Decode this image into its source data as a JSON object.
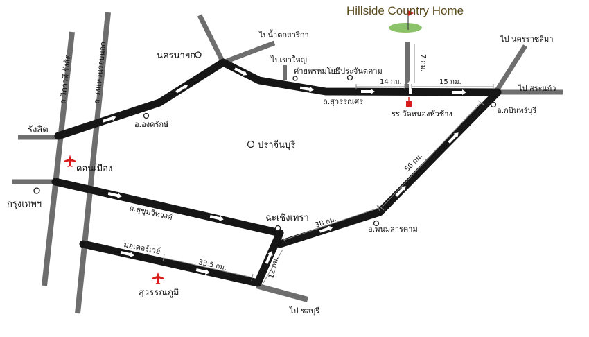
{
  "title": "Hillside Country Home",
  "colors": {
    "main_road": "#161616",
    "side_road": "#6e6e6e",
    "arrow": "#ffffff",
    "airport": "#d81b1b",
    "title": "#5b4a1c",
    "golf_green": "#8cc36a"
  },
  "places": {
    "rangsit": "รังสิต",
    "don_mueang": "ดอนเมือง",
    "bangkok": "กรุงเทพฯ",
    "nakhon_nayok": "นครนายก",
    "ongkharak": "อ.องครักษ์",
    "prachinburi": "ปราจีนบุรี",
    "chachoengsao": "ฉะเชิงเทรา",
    "suvarnabhumi": "สุวรรณภูมิ",
    "phanom_sarakham": "อ.พนมสารคาม",
    "kabin_buri": "อ.กบินทร์บุรี",
    "prachantakham": "อ.ประจันตคาม",
    "camp": "ค่ายพรหมโยธี",
    "school": "รร.วัดหนองหัวช้าง"
  },
  "roads": {
    "vibhavadi": "ถ.วิภาวดี รังสิต",
    "ring_road": "ถ.วงแหวนรอบนอก",
    "sukhumvit": "ถ.สุขุมวิทวงศ์",
    "suwannasorn": "ถ.สุวรรณศร",
    "motorway": "มอเตอร์เวย์"
  },
  "directions": {
    "to_namtok_sarika": "ไปน้ำตกสาริกา",
    "to_khao_yai": "ไปเขาใหญ่",
    "to_nakhon_ratchasima": "ไป นครราชสีมา",
    "to_sa_kaeo": "ไป สระแก้ว",
    "to_chonburi": "ไป ชลบุรี"
  },
  "distances": {
    "d14": "14 กม.",
    "d15": "15 กม.",
    "d7": "7 กม.",
    "d56": "56 กม.",
    "d38": "38 กม.",
    "d33_5": "33.5 กม.",
    "d12": "12 กม."
  },
  "icons": [
    "airplane-icon",
    "golf-flag-icon",
    "school-marker-icon",
    "town-circle-icon"
  ]
}
